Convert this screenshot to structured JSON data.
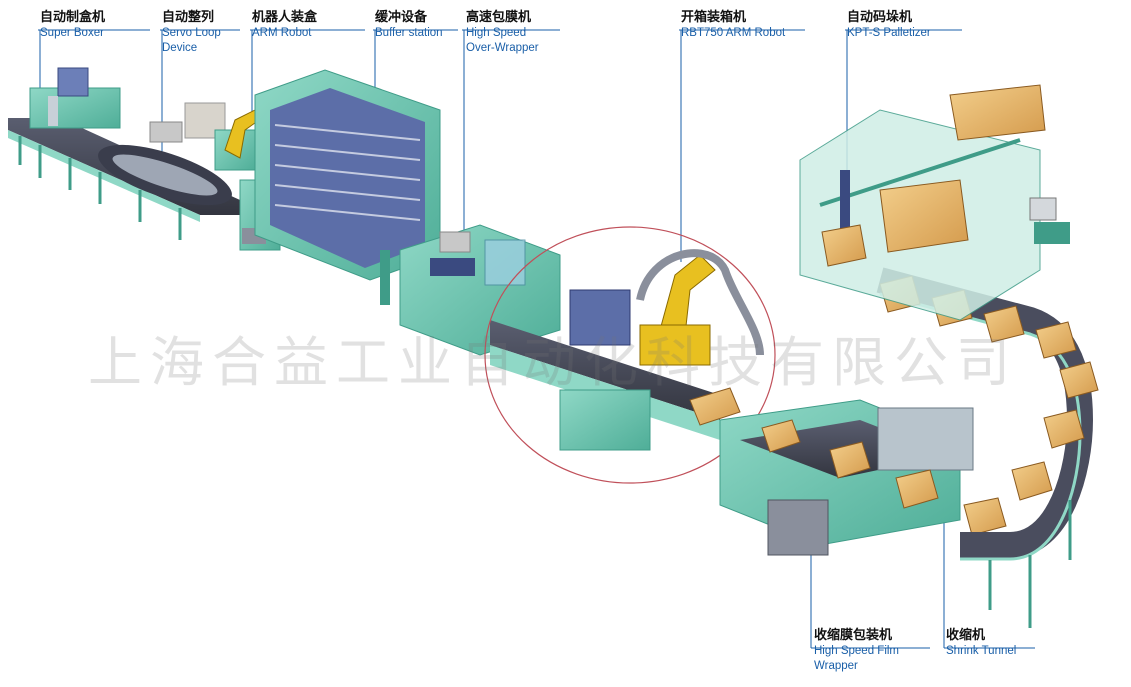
{
  "labels": {
    "super_boxer": {
      "zh": "自动制盒机",
      "en": "Super Boxer"
    },
    "servo_loop": {
      "zh": "自动整列",
      "en1": "Servo Loop",
      "en2": "Device"
    },
    "arm_robot": {
      "zh": "机器人装盒",
      "en": "ARM Robot"
    },
    "buffer": {
      "zh": "缓冲设备",
      "en": "Buffer station"
    },
    "over_wrapper": {
      "zh": "高速包膜机",
      "en1": "High Speed",
      "en2": "Over-Wrapper"
    },
    "rbt750": {
      "zh": "开箱装箱机",
      "en": "RBT750 ARM Robot"
    },
    "palletizer": {
      "zh": "自动码垛机",
      "en": "KPT-S Palletizer"
    },
    "film_wrapper": {
      "zh": "收缩膜包装机",
      "en1": "High Speed Film",
      "en2": "Wrapper"
    },
    "shrink_tunnel": {
      "zh": "收缩机",
      "en": "Shrink Tunnel"
    }
  },
  "watermark": "上海合益工业自动化科技有限公司",
  "colors": {
    "frame": "#6fc7b4",
    "frame_dark": "#3f9c88",
    "belt": "#4a4d5e",
    "robot": "#e8c020",
    "box": "#e8b86a",
    "leader": "#1a5fa8",
    "circle": "#c0505a"
  }
}
